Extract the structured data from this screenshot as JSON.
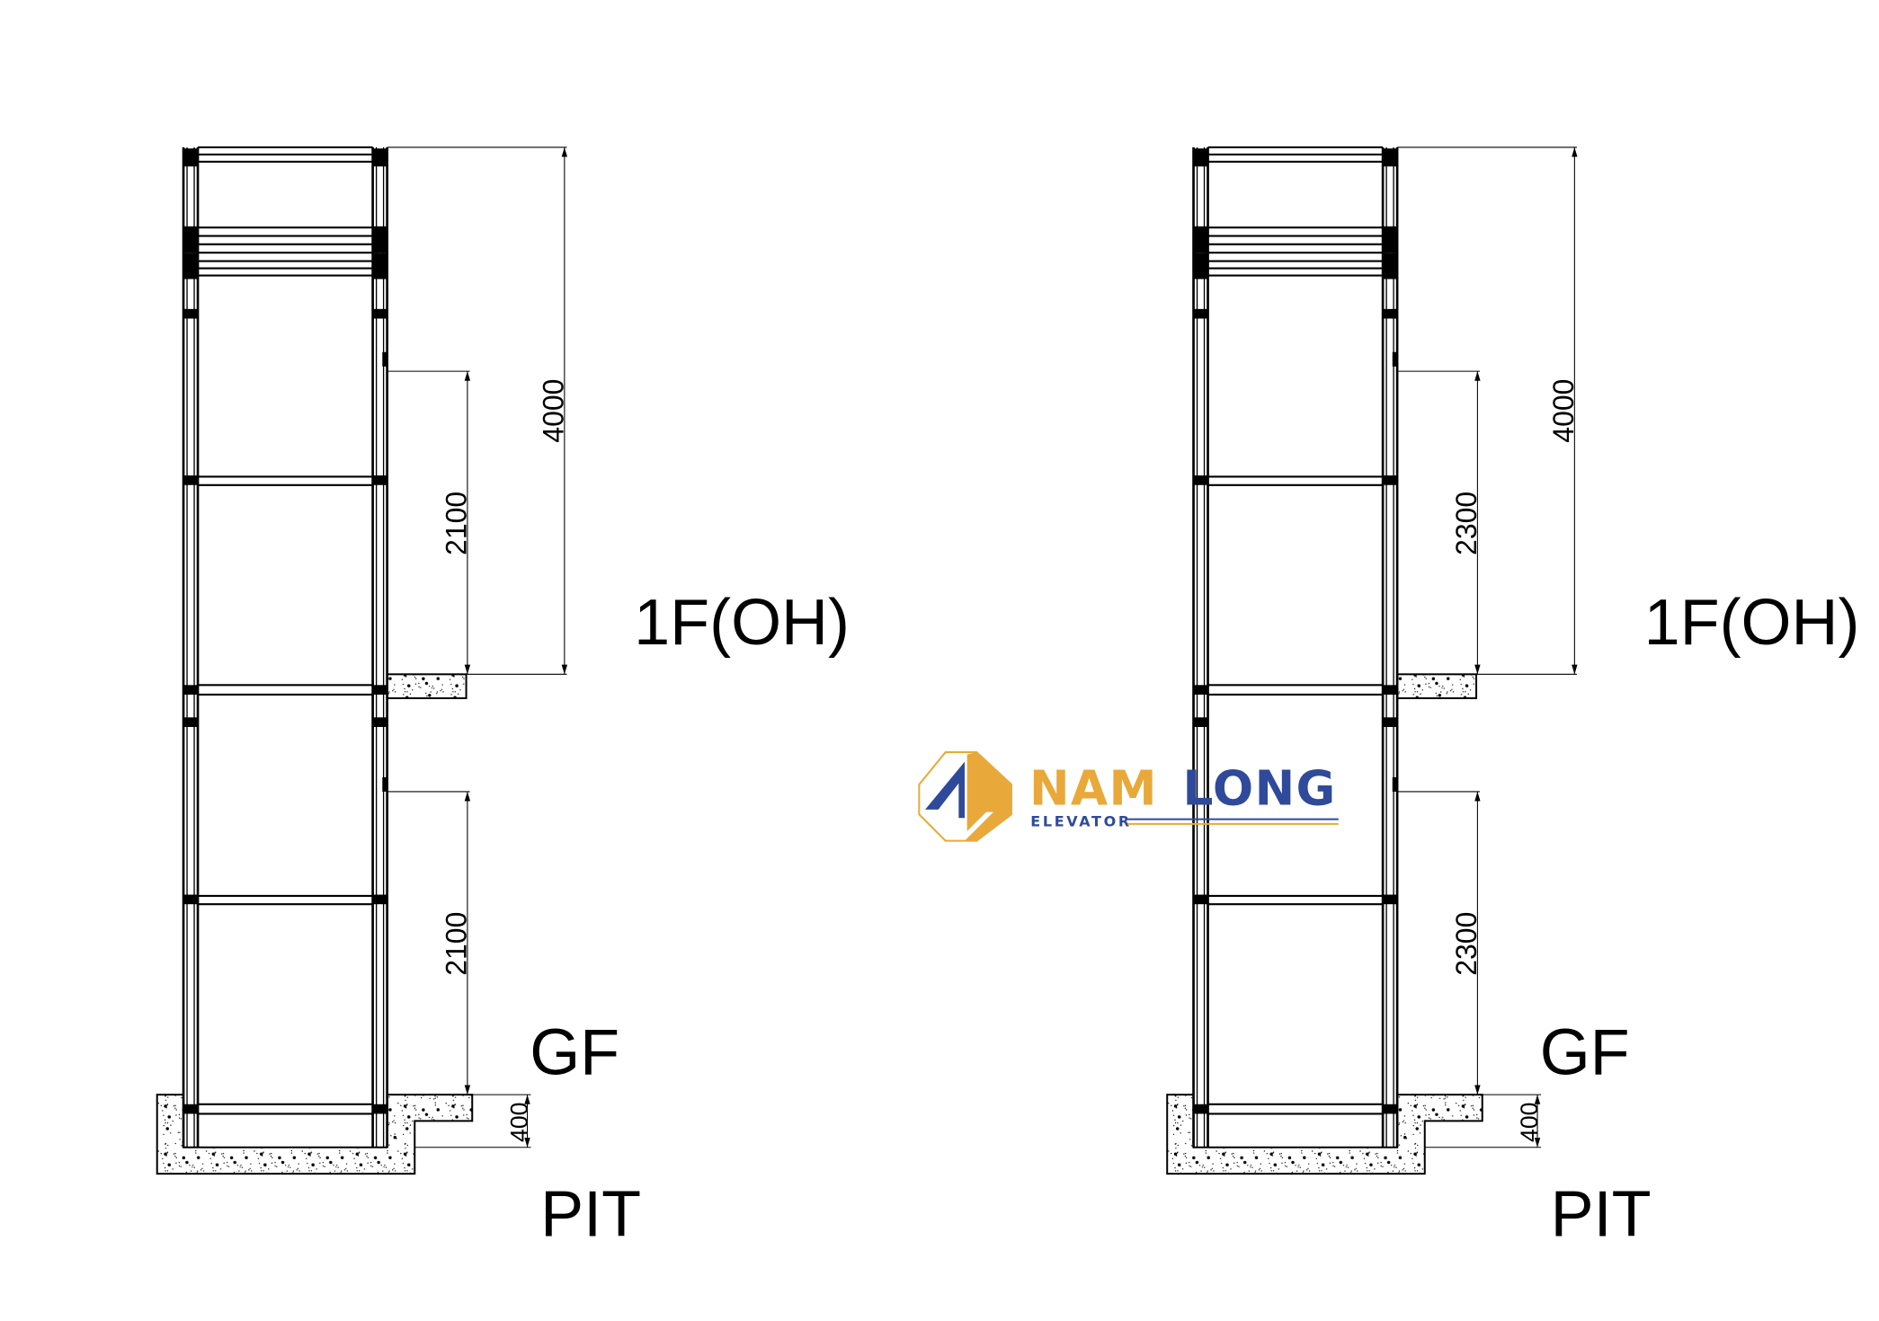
{
  "drawings": [
    {
      "name": "shaft-a",
      "dims": {
        "overall": "4000",
        "upper": "2100",
        "lower": "2100",
        "pit": "400"
      },
      "levels": {
        "top": "1F(OH)",
        "ground": "GF",
        "pit": "PIT"
      }
    },
    {
      "name": "shaft-b",
      "dims": {
        "overall": "4000",
        "upper": "2300",
        "lower": "2300",
        "pit": "400"
      },
      "levels": {
        "top": "1F(OH)",
        "ground": "GF",
        "pit": "PIT"
      }
    }
  ],
  "logo": {
    "brand_primary": "NAM",
    "brand_secondary": "LONG",
    "tagline": "ELEVATOR",
    "colors": {
      "gold": "#E8A93A",
      "blue": "#2F4A9A"
    }
  }
}
